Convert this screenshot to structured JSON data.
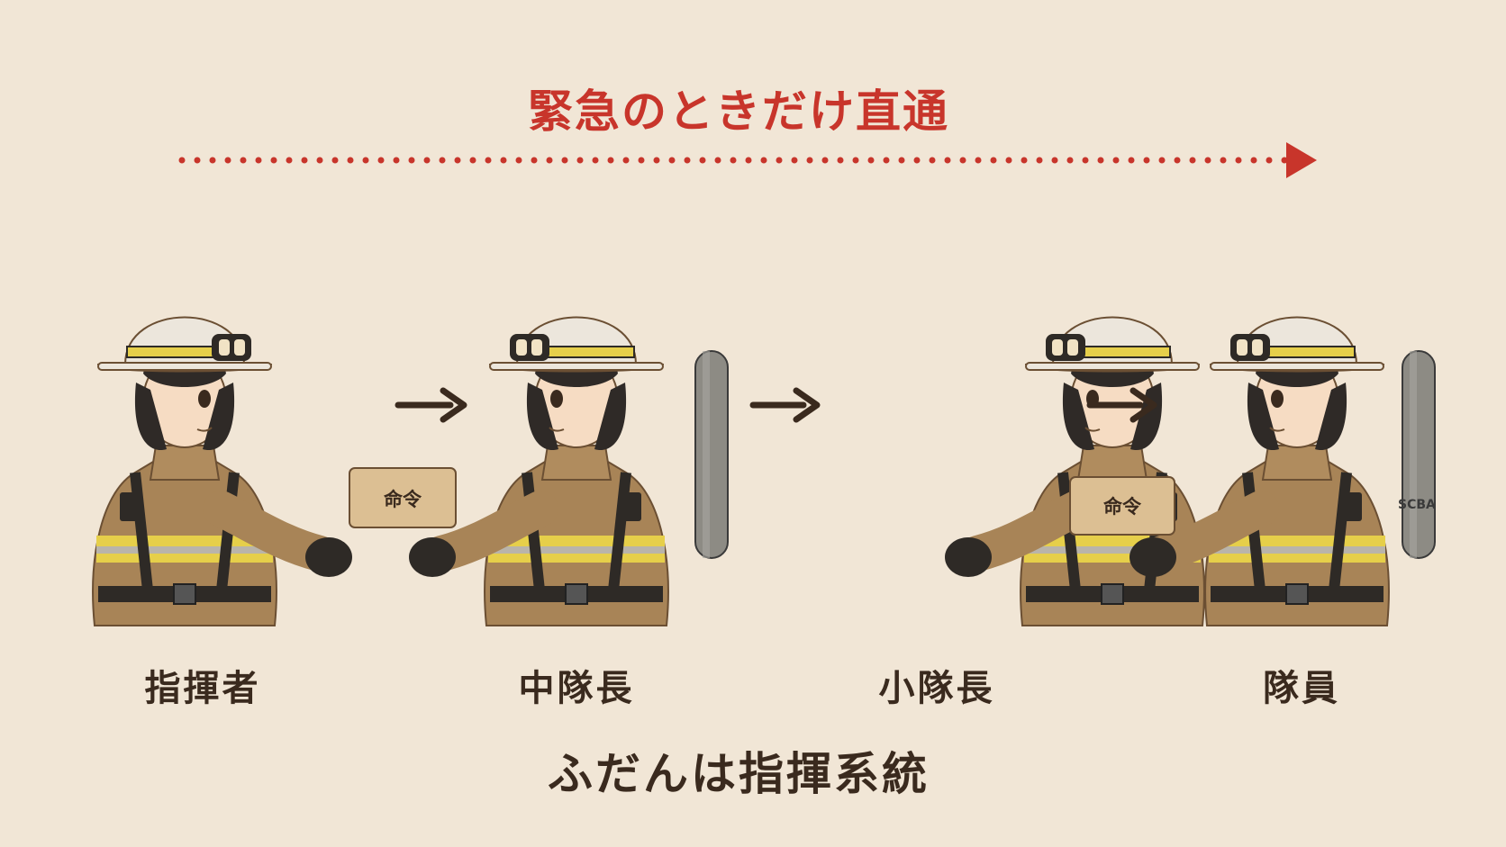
{
  "header": {
    "emergency_title": "緊急のときだけ直通"
  },
  "footer": {
    "normal_title": "ふだんは指揮系統"
  },
  "roles": [
    {
      "label": "指揮者"
    },
    {
      "label": "中隊長"
    },
    {
      "label": "小隊長"
    },
    {
      "label": "隊員"
    }
  ],
  "cards": [
    {
      "text": "命令"
    },
    {
      "text": "命令"
    }
  ],
  "tank_label": "SCBA",
  "colors": {
    "background": "#f1e6d6",
    "emergency_red": "#c8352b",
    "text_dark": "#3a2a1e",
    "turnout_tan": "#a88457",
    "reflective_yellow": "#e6cf4a",
    "reflective_silver": "#b9b4aa",
    "helmet": "#ece6dc"
  },
  "icons": [
    "dotted-arrow-icon",
    "arrow-right-icon",
    "firefighter-figure"
  ]
}
